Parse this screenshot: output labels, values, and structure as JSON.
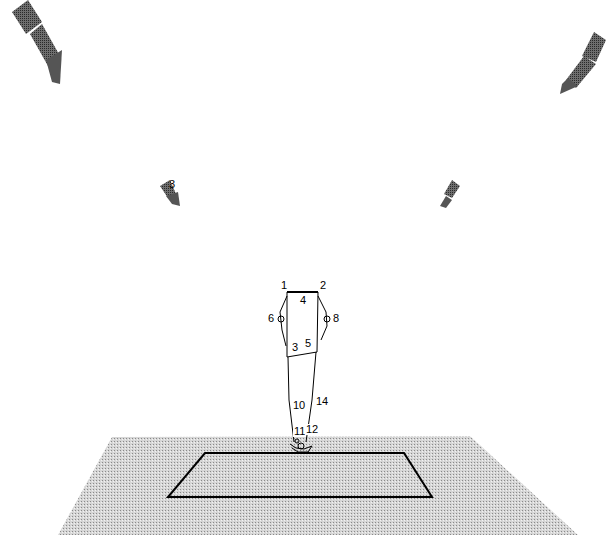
{
  "diagram": {
    "labels": [
      "1",
      "2",
      "4",
      "6",
      "8",
      "3",
      "5",
      "10",
      "14",
      "11",
      "12",
      "3"
    ]
  }
}
